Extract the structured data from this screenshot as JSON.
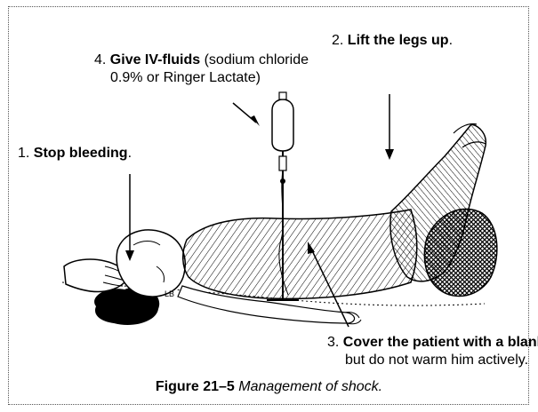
{
  "steps": [
    {
      "number": "1.",
      "bold": "Stop bleeding",
      "rest": "."
    },
    {
      "number": "2.",
      "bold": "Lift the legs up",
      "rest": "."
    },
    {
      "number": "3.",
      "bold": "Cover the patient with a blanket",
      "rest": "",
      "line2": "but do not warm him actively."
    },
    {
      "number": "4.",
      "bold": "Give IV-fluids",
      "rest": " (sodium chloride",
      "line2": "0.9% or Ringer Lactate)"
    }
  ],
  "drawing": {
    "iv_bag_label": "",
    "chest_marking": "LB"
  },
  "caption": {
    "figure": "Figure 21–5",
    "text": "Management of shock."
  },
  "colors": {
    "ink": "#000000",
    "paper": "#ffffff",
    "frame": "#555555"
  }
}
